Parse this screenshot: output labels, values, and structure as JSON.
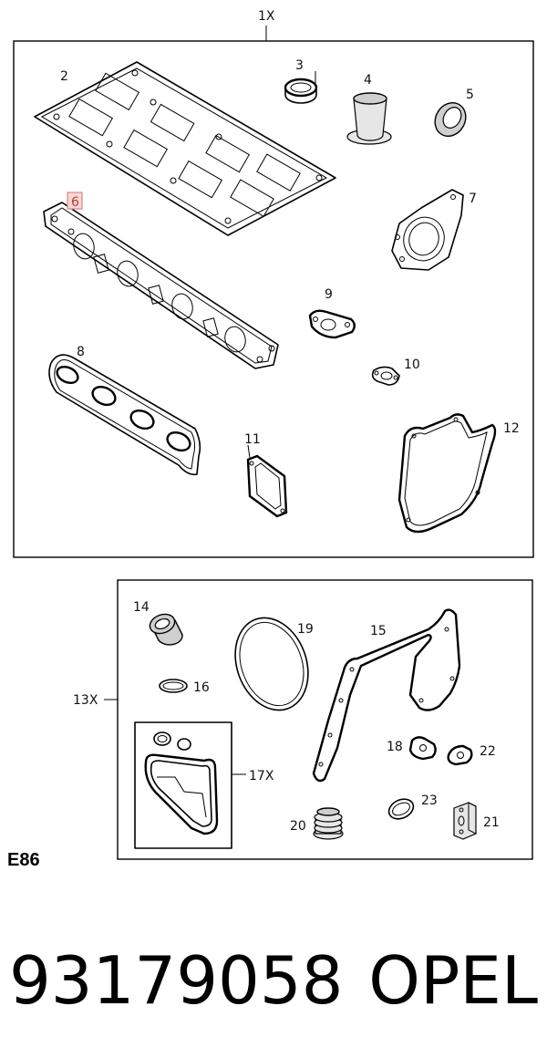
{
  "labels": {
    "kit_upper": "1X",
    "p2": "2",
    "p3": "3",
    "p4": "4",
    "p5": "5",
    "p6": "6",
    "p7": "7",
    "p8": "8",
    "p9": "9",
    "p10": "10",
    "p11": "11",
    "p12": "12",
    "kit_lower": "13X",
    "p14": "14",
    "p15": "15",
    "p16": "16",
    "p17": "17X",
    "p18": "18",
    "p19": "19",
    "p20": "20",
    "p21": "21",
    "p22": "22",
    "p23": "23"
  },
  "highlighted_part": "6",
  "section_code": "E86",
  "part_number": "93179058",
  "brand": "OPEL",
  "colors": {
    "highlight_fill": "#f6d6d6",
    "highlight_stroke": "#d98888"
  }
}
